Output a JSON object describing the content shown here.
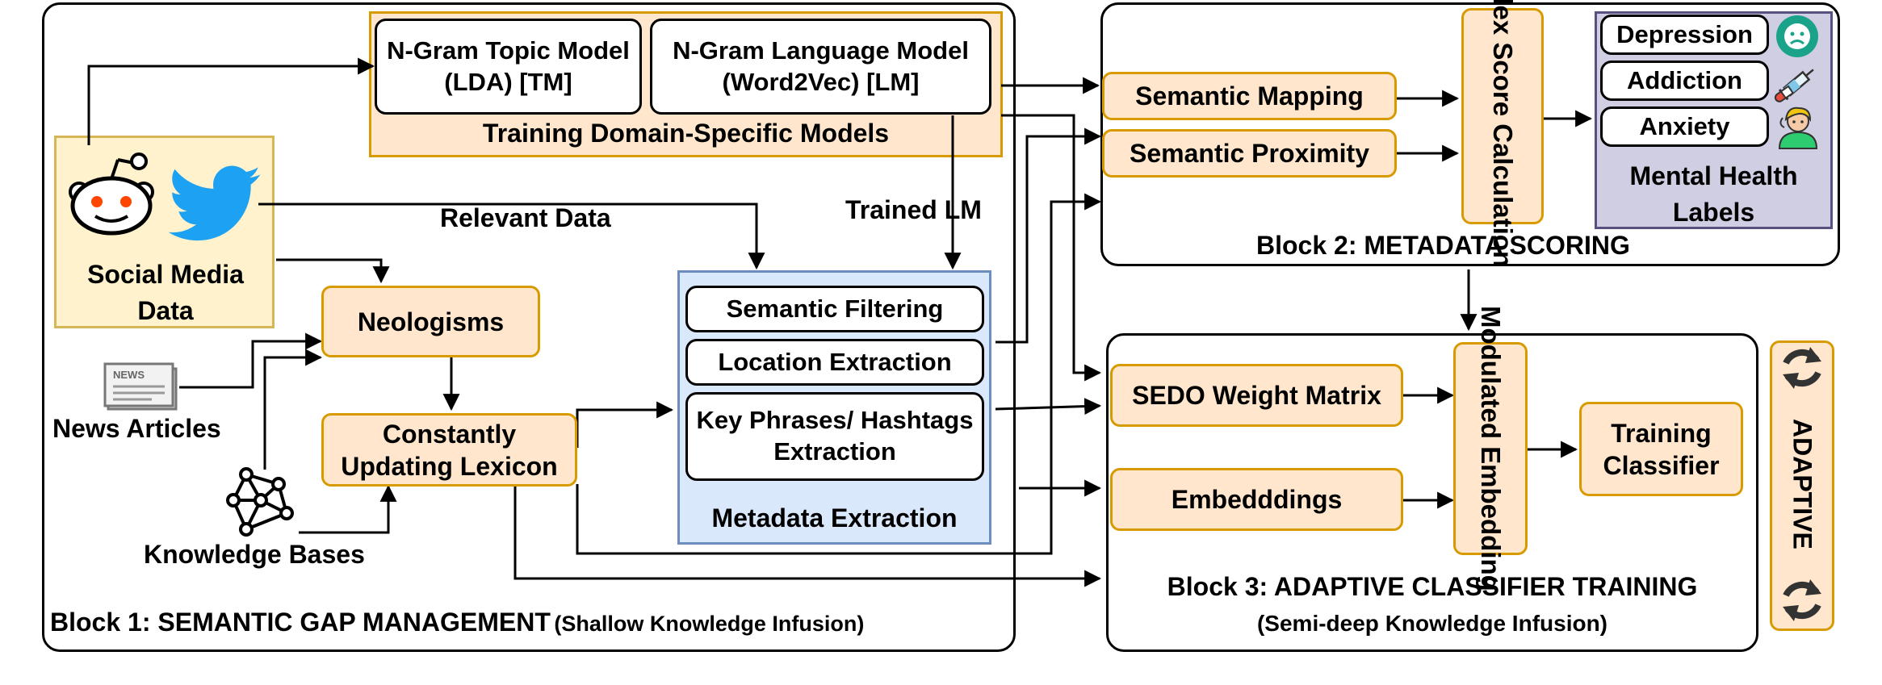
{
  "block1": {
    "title": "Block 1: SEMANTIC GAP MANAGEMENT",
    "subtitle": "(Shallow Knowledge Infusion)",
    "training_group_label": "Training Domain-Specific Models",
    "ngram_topic_model": "N-Gram Topic Model (LDA) [TM]",
    "ngram_language_model": "N-Gram Language Model (Word2Vec) [LM]",
    "social_media_label": "Social Media Data",
    "relevant_data_label": "Relevant Data",
    "trained_lm_label": "Trained LM",
    "neologisms": "Neologisms",
    "news_articles": "News Articles",
    "knowledge_bases": "Knowledge Bases",
    "lexicon": "Constantly Updating Lexicon",
    "metadata_group_label": "Metadata Extraction",
    "semantic_filtering": "Semantic Filtering",
    "location_extraction": "Location Extraction",
    "key_phrases": "Key Phrases/ Hashtags Extraction",
    "newspaper_icon_text": "NEWS"
  },
  "block2": {
    "title": "Block 2: METADATA SCORING",
    "semantic_mapping": "Semantic Mapping",
    "semantic_proximity": "Semantic Proximity",
    "index_score": "Index Score Calculation",
    "labels_title": "Mental Health Labels",
    "labels": [
      "Depression",
      "Addiction",
      "Anxiety"
    ]
  },
  "block3": {
    "title": "Block 3: ADAPTIVE CLASSIFIER TRAINING",
    "subtitle": "(Semi-deep Knowledge Infusion)",
    "sedo": "SEDO Weight Matrix",
    "embeddings": "Embedddings",
    "modulated": "Modulated Embedding",
    "training_classifier": "Training Classifier"
  },
  "adaptive": {
    "label": "ADAPTIVE"
  },
  "colors": {
    "orange_fill": "#ffe6cc",
    "orange_border": "#d79b00",
    "yellow_fill": "#fff2cc",
    "yellow_border": "#d6b656",
    "blue_fill": "#dae8fc",
    "blue_border": "#6c8ebf",
    "purple_fill": "#d0cee2",
    "purple_border": "#56517e",
    "reddit_orange": "#ff4500",
    "twitter_blue": "#1da1f2"
  }
}
